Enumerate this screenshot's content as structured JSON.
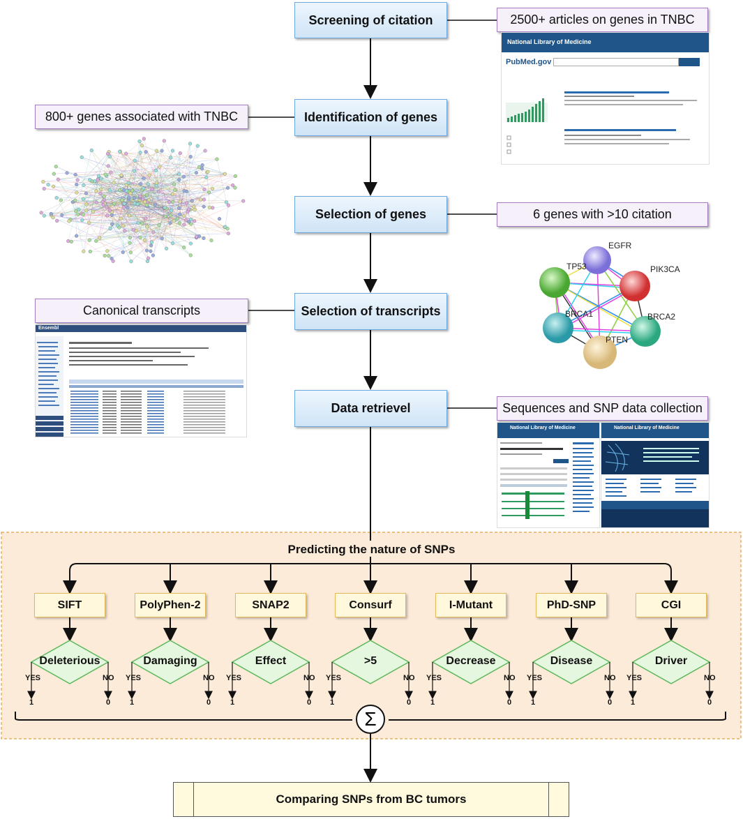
{
  "steps": {
    "screening": "Screening of citation",
    "identification": "Identification of genes",
    "selection_genes": "Selection of genes",
    "selection_transcripts": "Selection of transcripts",
    "data_retrieval": "Data retrievel"
  },
  "side_labels": {
    "articles": "2500+ articles on genes in TNBC",
    "genes_associated": "800+ genes associated with TNBC",
    "genes_citation": "6 genes with >10 citation",
    "canonical": "Canonical transcripts",
    "sequences": "Sequences and SNP data collection"
  },
  "network_genes": [
    "EGFR",
    "TP53",
    "PIK3CA",
    "BRCA1",
    "BRCA2",
    "PTEN"
  ],
  "thumbnails": {
    "pubmed_header": "National Library of Medicine",
    "pubmed_logo": "PubMed.gov",
    "ensembl_logo": "Ensembl",
    "ncbi_header": "National Library of Medicine"
  },
  "predict_title": "Predicting the  nature of SNPs",
  "tools": [
    {
      "name": "SIFT",
      "criterion": "Deleterious"
    },
    {
      "name": "PolyPhen-2",
      "criterion": "Damaging"
    },
    {
      "name": "SNAP2",
      "criterion": "Effect"
    },
    {
      "name": "Consurf",
      "criterion": ">5"
    },
    {
      "name": "I-Mutant",
      "criterion": "Decrease"
    },
    {
      "name": "PhD-SNP",
      "criterion": "Disease"
    },
    {
      "name": "CGI",
      "criterion": "Driver"
    }
  ],
  "yes_label": "YES",
  "no_label": "NO",
  "yes_value": "1",
  "no_value": "0",
  "sigma": "Σ",
  "final": "Comparing SNPs from BC tumors",
  "colors": {
    "main_fill": "#cfe4f7",
    "side_border": "#a57cc4",
    "tool_fill": "#fff8dc",
    "diamond_fill": "#e6f7df",
    "diamond_border": "#5cb85c",
    "dashed_region": "#fcebd8"
  }
}
